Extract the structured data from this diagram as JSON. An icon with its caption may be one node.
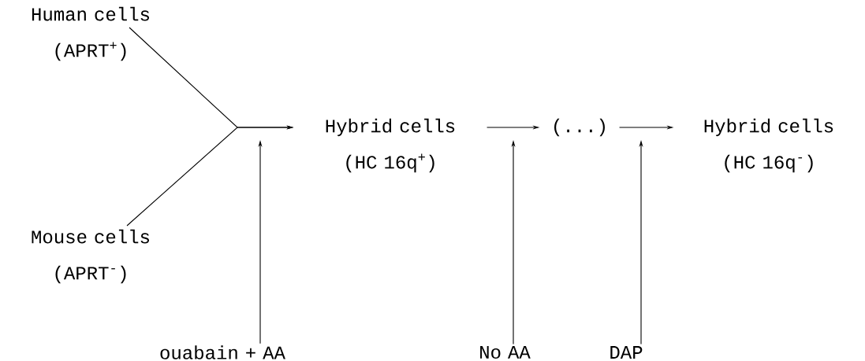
{
  "diagram": {
    "nodes": [
      {
        "text": [
          "Human cells (APRT$^{+}$)"
        ]
      },
      {
        "text": [
          "Mouse cells (APRT$^{-}$)"
        ]
      },
      {
        "text": [
          "Hybrid cells (HC 16q$^{+}$)"
        ]
      },
      {
        "text": [
          "(...)"
        ]
      },
      {
        "text": [
          "Hybrid cells (HC 16q$^{-}$)"
        ]
      },
      {
        "text": [
          "ouabain + AA"
        ]
      },
      {
        "text": [
          "No AA"
        ]
      },
      {
        "text": [
          "DAP"
        ]
      }
    ],
    "edges": [
      {
        "from": 0,
        "to": 2,
        "arrow": "to"
      },
      {
        "from": 1,
        "to": 2,
        "arrow": "to"
      },
      {
        "from": 2,
        "to": 3,
        "arrow": "to"
      },
      {
        "from": 3,
        "to": 4,
        "arrow": "to"
      },
      {
        "from": 5,
        "to": null,
        "arrow": "to"
      },
      {
        "from": 6,
        "to": null,
        "arrow": "to"
      },
      {
        "from": 7,
        "to": null,
        "arrow": "to"
      }
    ]
  }
}
